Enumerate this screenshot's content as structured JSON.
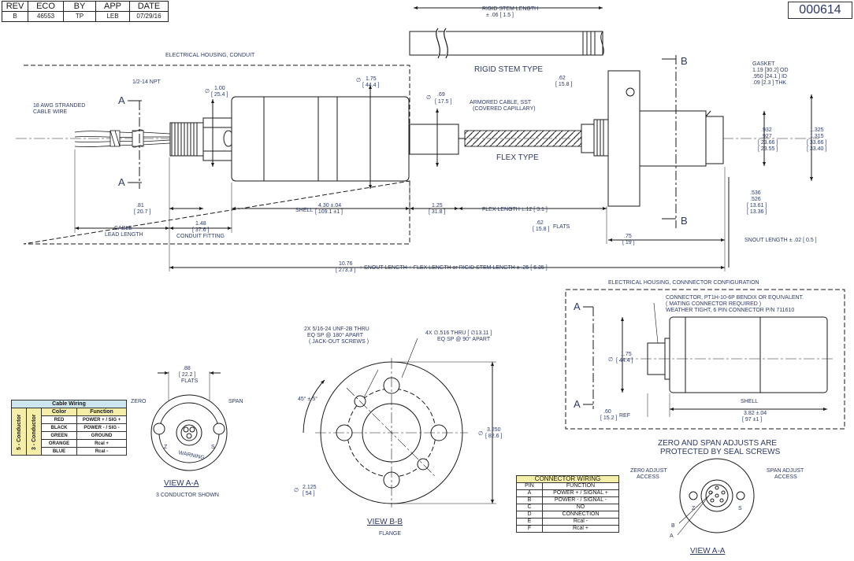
{
  "revision_block": {
    "headers": [
      "REV",
      "ECO",
      "BY",
      "APP",
      "DATE"
    ],
    "values": [
      "B",
      "46553",
      "TP",
      "LEB",
      "07/29/16"
    ]
  },
  "document_number": "000614",
  "top_view": {
    "electrical_housing_label": "ELECTRICAL HOUSING, CONDUIT",
    "npt_label": "1/2-14 NPT",
    "wire_label_1": "18 AWG STRANDED",
    "wire_label_2": "CABLE WIRE",
    "section_a": "A",
    "section_b": "B",
    "dia_symbol": "∅",
    "dia_100": "1.00",
    "dia_100_mm": "[ 25.4 ]",
    "dia_175": "1.75",
    "dia_175_mm": "[ 44.4 ]",
    "dia_069": ".69",
    "dia_069_mm": "[ 17.5 ]",
    "rigid_stem_length": "RIGID STEM LENGTH",
    "rigid_stem_tol": "± .06 [ 1.5 ]",
    "rigid_stem_type": "RIGID STEM TYPE",
    "dim_062": ".62",
    "dim_062_mm": "[ 15.8 ]",
    "armored_1": "ARMORED CABLE, SST",
    "armored_2": "(COVERED CAPILLARY)",
    "flex_type": "FLEX TYPE",
    "gasket_1": "GASKET",
    "gasket_2": "1.19 [30.2] OD",
    "gasket_3": ".950 [24.1 ] ID",
    "gasket_4": ".09 [2.3 ] THK",
    "dim_932": ".932",
    "dim_927": ".927",
    "dim_932_mm1": "[ 23.66 ]",
    "dim_932_mm2": "[ 23.55 ]",
    "dim_1325": "1.325",
    "dim_1315": "1.315",
    "dim_1325_mm1": "[ 33.66 ]",
    "dim_1325_mm2": "[ 33.40 ]",
    "dim_536": ".536",
    "dim_526": ".526",
    "dim_536_mm1": "[ 13.61 ]",
    "dim_536_mm2": "[ 13.36 ]",
    "dim_081": ".81",
    "dim_081_mm": "[ 20.7 ]",
    "shell": "SHELL",
    "shell_dim": "4.30 ±.04",
    "shell_dim_mm": "[ 109.1 ±1 ]",
    "dim_125": "1.25",
    "dim_125_mm": "[ 31.8 ]",
    "flex_length": "FLEX LENGTH ±.12 [ 3.1 ]",
    "dim_148": "1.48",
    "dim_148_mm": "[ 37.6 ]",
    "conduit_fitting": "CONDUIT FITTING",
    "cable_1": "CABLE",
    "cable_2": "LEAD LENGTH",
    "flats_dim": ".62",
    "flats_mm": "[ 15.8 ]",
    "flats": "FLATS",
    "dim_075": ".75",
    "dim_075_mm": "[ 19 ]",
    "snout_length": "SNOUT LENGTH ± .02 [ 0.5 ]",
    "overall_dim": "10.76",
    "overall_mm": "[ 273.3 ]",
    "overall_text": "+ SNOUT LENGTH + FLEX LENGTH or  RIGID STEM LENGTH  ± .25  [ 6.35 ]"
  },
  "connector_view": {
    "title": "ELECTRICAL HOUSING, CONNNECTOR CONFIGURATION",
    "note_1": "CONNECTOR, PT1H-10-6P BENDIX OR EQUIVALENT.",
    "note_2": "( MATING CONNECTOR REQUIRED )",
    "note_3": "WEATHER TIGHT, 6 PIN CONNECTOR  P/N 711610",
    "dia": "1.75",
    "dia_mm": "[ 44.4 ]",
    "ref_dim": ".60",
    "ref_mm": "[ 15.2 ]",
    "ref": "REF",
    "shell": "SHELL",
    "shell_dim": "3.82 ±.04",
    "shell_mm": "[ 97 ±1 ]",
    "zero_span_1": "ZERO AND SPAN ADJUSTS ARE",
    "zero_span_2": "PROTECTED BY SEAL SCREWS",
    "zero_adj_1": "ZER0 ADJUST",
    "zero_adj_2": "ACCESS",
    "span_adj_1": "SPAN ADJUST",
    "span_adj_2": "ACCESS",
    "view_title": "VIEW A-A",
    "pin_a": "A",
    "pin_b": "B",
    "z": "Z",
    "s": "S"
  },
  "view_aa_left": {
    "flats_dim": ".88",
    "flats_mm": "[ 22.2 ]",
    "flats": "FLATS",
    "zero": "ZERO",
    "span": "SPAN",
    "warning": "WARNING",
    "z": "Z",
    "s": "S",
    "title": "VIEW A-A",
    "subtitle": "3 CONDUCTOR SHOWN"
  },
  "flange_view": {
    "note_1a": "2X 5/16-24 UNF-2B THRU",
    "note_1b": "EQ SP @ 180° APART",
    "note_1c": "( JACK-OUT SCREWS )",
    "note_2a": "4X ∅.516 THRU [ ∅13.11 ]",
    "note_2b": "EQ SP @ 90° APART",
    "angle": "45° ± 5°",
    "dia_3250": "3.250",
    "dia_3250_mm": "[ 82.6 ]",
    "dia_2125": "2.125",
    "dia_2125_mm": "[ 54 ]",
    "title": "VIEW B-B",
    "subtitle": "FLANGE"
  },
  "cable_wiring": {
    "title": "Cable Wiring",
    "headers": [
      "Color",
      "Function"
    ],
    "group_3": "3 - Conductor",
    "group_5": "5 - Conductor",
    "rows": [
      [
        "RED",
        "POWER + / SIG +"
      ],
      [
        "BLACK",
        "POWER - / SIG -"
      ],
      [
        "GREEN",
        "GROUND"
      ],
      [
        "ORANGE",
        "Rcal +"
      ],
      [
        "BLUE",
        "Rcal -"
      ]
    ]
  },
  "connector_wiring": {
    "title": "CONNECTOR WIRING",
    "headers": [
      "PIN",
      "FUNCTION"
    ],
    "rows": [
      [
        "A",
        "POWER + / SIGNAL +"
      ],
      [
        "B",
        "POWER - / SIGNAL -"
      ],
      [
        "C",
        "NO"
      ],
      [
        "D",
        "CONNECTION"
      ],
      [
        "E",
        "Rcal -"
      ],
      [
        "F",
        "Rcal +"
      ]
    ]
  },
  "colors": {
    "ink": "#1a1a1a",
    "text": "#2d3a66",
    "wiring_title_bg": "#cde5ee",
    "wiring_header_bg": "#f4eea9",
    "wiring_group_bg": "#d4e8c8"
  }
}
